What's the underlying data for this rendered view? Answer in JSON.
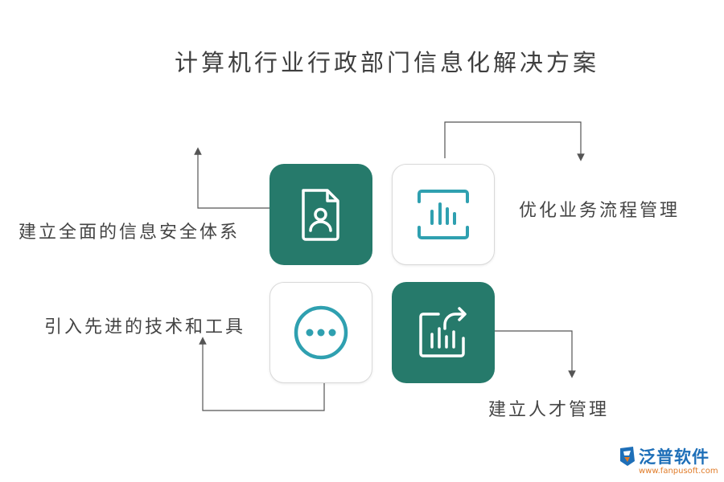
{
  "title": "计算机行业行政部门信息化解决方案",
  "items": [
    {
      "label": "建立全面的信息安全体系",
      "icon": "document-user-icon"
    },
    {
      "label": "优化业务流程管理",
      "icon": "audio-bars-icon"
    },
    {
      "label": "引入先进的技术和工具",
      "icon": "more-dots-icon"
    },
    {
      "label": "建立人才管理",
      "icon": "export-chart-icon"
    }
  ],
  "logo": {
    "name": "泛普软件",
    "url": "www.fanpusoft.com"
  },
  "colors": {
    "accent": "#267a6b",
    "icon_teal": "#2fa0b0",
    "text": "#444444",
    "line": "#555555"
  }
}
